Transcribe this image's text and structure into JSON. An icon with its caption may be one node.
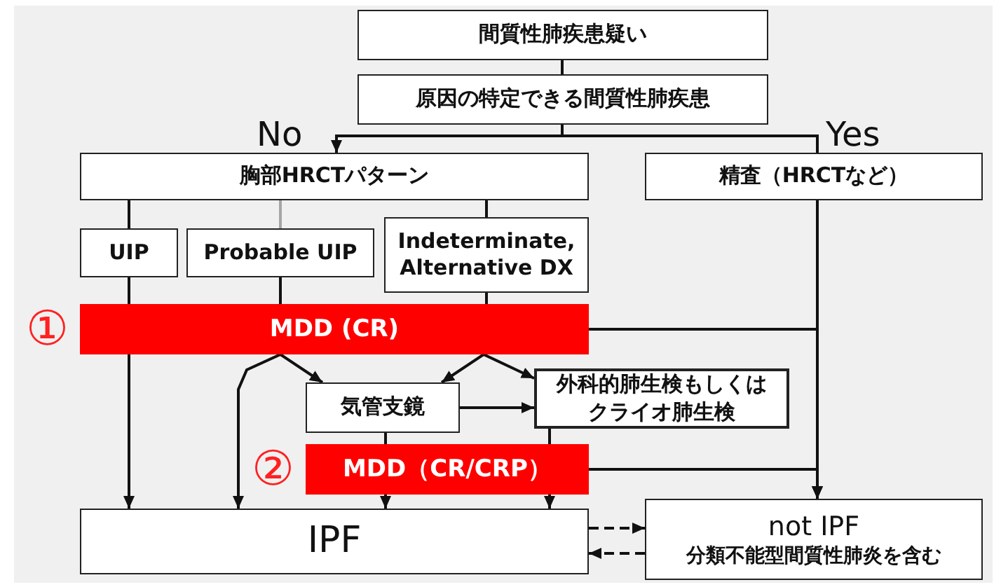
{
  "diagram": {
    "nodes": [
      {
        "text": [
          "間質性肺疾患疑い"
        ]
      },
      {
        "text": [
          "原因の特定できる間質性肺疾患"
        ]
      },
      {
        "text": [
          "胸部HRCTパターン"
        ]
      },
      {
        "text": [
          "精査（HRCTなど）"
        ]
      },
      {
        "text": [
          "UIP"
        ]
      },
      {
        "text": [
          "Probable UIP"
        ]
      },
      {
        "text": [
          "Indeterminate, Alternative DX"
        ]
      },
      {
        "text": [
          "MDD (CR)"
        ],
        "beside": [
          "①"
        ]
      },
      {
        "text": [
          "気管支鏡"
        ]
      },
      {
        "text": [
          "外科的肺生検もしくはクライオ肺生検"
        ]
      },
      {
        "text": [
          "MDD（CR/CRP）"
        ],
        "beside": [
          "②"
        ]
      },
      {
        "text": [
          "IPF"
        ]
      },
      {
        "text": [
          "not IPF",
          "分類不能型間質性肺炎を含む"
        ]
      }
    ],
    "edges": [
      {
        "from": 0,
        "to": 1,
        "arrow": "none"
      },
      {
        "from": 1,
        "to": 2,
        "arrow": "to",
        "label": "No"
      },
      {
        "from": 1,
        "to": 3,
        "arrow": "none",
        "label": "Yes"
      },
      {
        "from": 2,
        "to": 4,
        "arrow": "none"
      },
      {
        "from": 2,
        "to": 5,
        "arrow": "none",
        "color": "#a6a6a6"
      },
      {
        "from": 2,
        "to": 6,
        "arrow": "none"
      },
      {
        "from": 4,
        "to": 7,
        "arrow": "none"
      },
      {
        "from": 5,
        "to": 7,
        "arrow": "none"
      },
      {
        "from": 6,
        "to": 7,
        "arrow": "none"
      },
      {
        "from": 3,
        "to": 12,
        "arrow": "to"
      },
      {
        "from": 7,
        "to": 12,
        "arrow": "to"
      },
      {
        "from": 7,
        "to": 11,
        "arrow": "to"
      },
      {
        "from": 7,
        "to": 8,
        "arrow": "to"
      },
      {
        "from": 7,
        "to": 11,
        "arrow": "to"
      },
      {
        "from": 7,
        "to": 8,
        "arrow": "to"
      },
      {
        "from": 7,
        "to": 9,
        "arrow": "to"
      },
      {
        "from": 8,
        "to": 9,
        "arrow": "to"
      },
      {
        "from": 8,
        "to": 10,
        "arrow": "none"
      },
      {
        "from": 9,
        "to": 10,
        "arrow": "none"
      },
      {
        "from": 10,
        "to": 11,
        "arrow": "to"
      },
      {
        "from": 10,
        "to": 11,
        "arrow": "to"
      },
      {
        "from": 10,
        "to": 12,
        "arrow": "to"
      },
      {
        "from": 11,
        "to": 12,
        "arrow": "to",
        "style": "dashed"
      },
      {
        "from": 12,
        "to": 11,
        "arrow": "to",
        "style": "dashed"
      }
    ]
  }
}
